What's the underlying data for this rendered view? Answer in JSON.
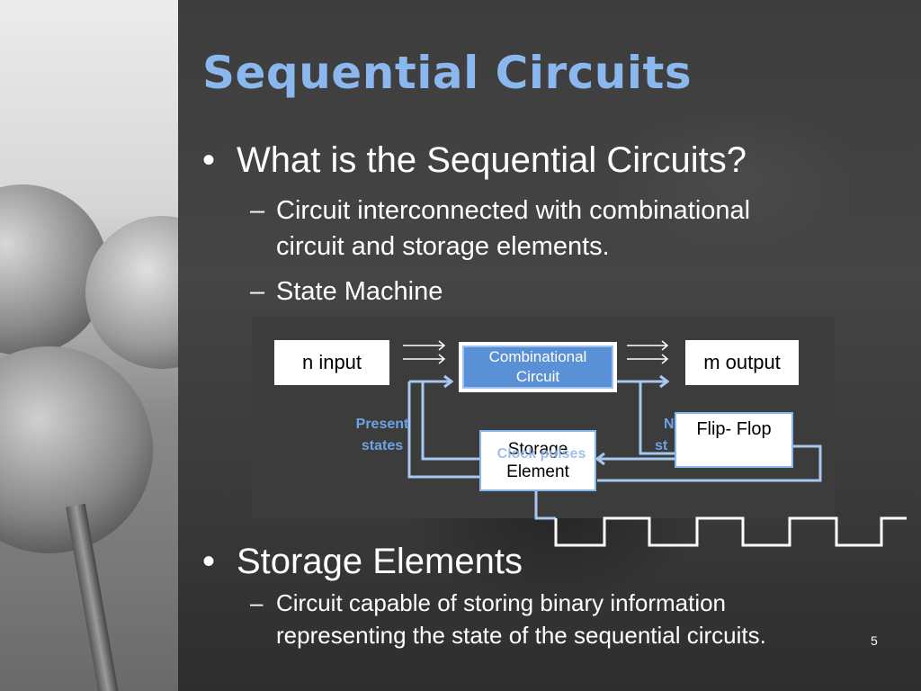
{
  "slide": {
    "title": "Sequential Circuits",
    "bullets": [
      {
        "text": "What is the Sequential Circuits?",
        "subitems": [
          {
            "line1": "Circuit interconnected with combinational",
            "line2": "circuit and storage elements."
          },
          {
            "line1": "State Machine"
          }
        ]
      },
      {
        "text": "Storage Elements",
        "subitems": [
          {
            "line1": "Circuit capable of storing binary information",
            "line2": "representing the state of the sequential circuits."
          }
        ]
      }
    ],
    "bullet_glyph": "•",
    "sub_glyph": "–",
    "page_number": "5"
  },
  "diagram": {
    "n_input": "n input",
    "combinational_line1": "Combinational",
    "combinational_line2": "Circuit",
    "m_output": "m output",
    "present_states_line1": "Present",
    "present_states_line2": "states",
    "next_states_line1": "N",
    "next_states_line2": "st",
    "clock_pulses": "Clock pulses",
    "storage_line1": "Storage",
    "storage_line2": "Element",
    "flip_flop": "Flip- Flop"
  },
  "colors": {
    "title": "#8ab8ee",
    "accent_blue": "#5a91d6",
    "wire": "#a9c8f0"
  }
}
